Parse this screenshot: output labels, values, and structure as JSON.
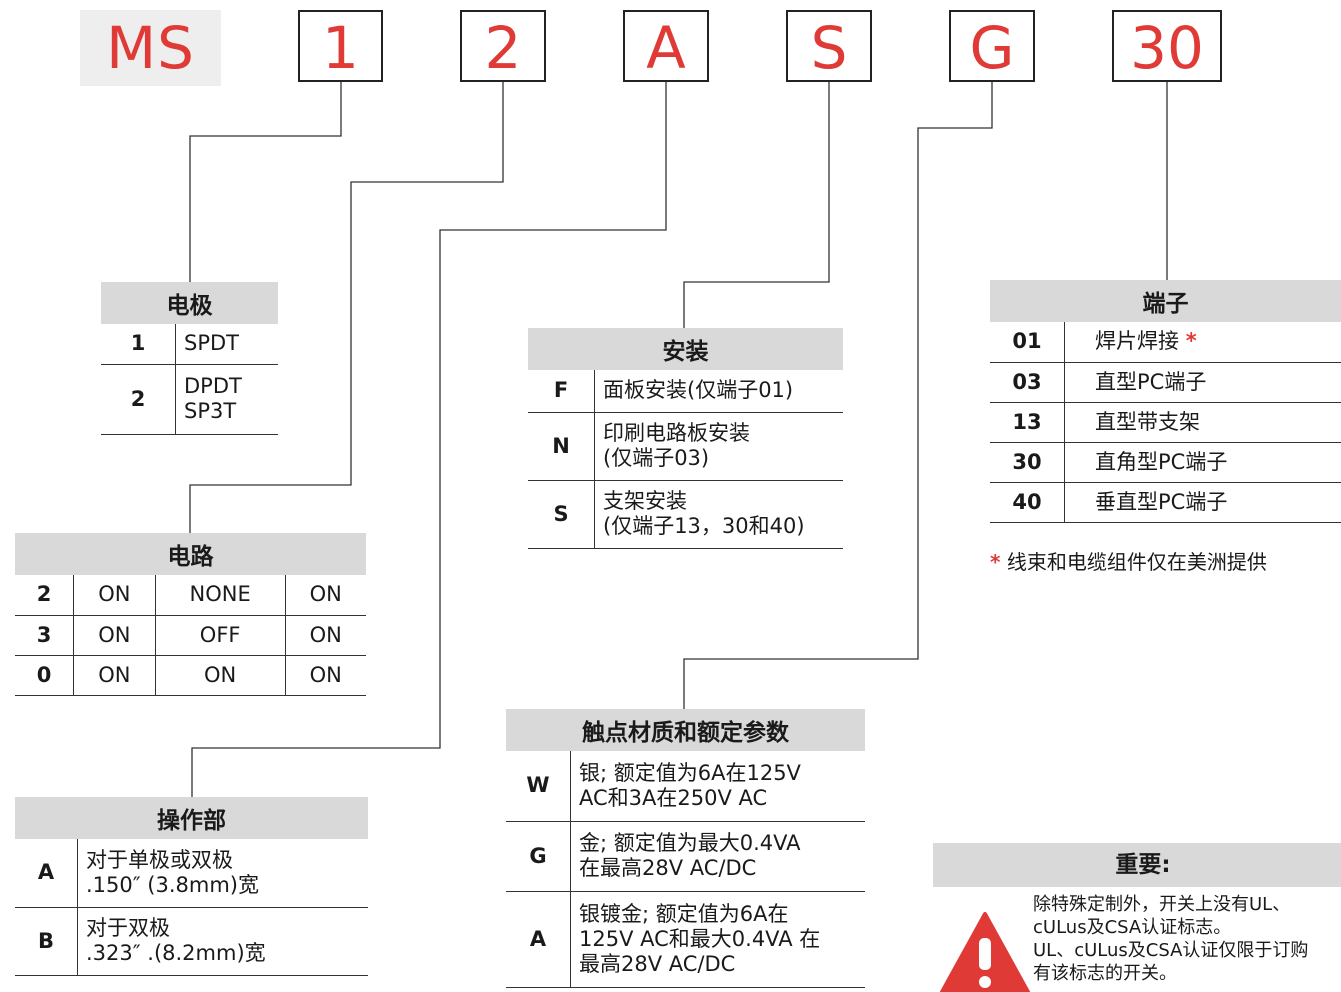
{
  "code": {
    "prefix": "MS",
    "boxes": [
      "1",
      "2",
      "A",
      "S",
      "G",
      "30"
    ]
  },
  "poles": {
    "title": "电极",
    "rows": [
      {
        "key": "1",
        "l1": "SPDT",
        "l2": ""
      },
      {
        "key": "2",
        "l1": "DPDT",
        "l2": "SP3T"
      }
    ]
  },
  "circuit": {
    "title": "电路",
    "rows": [
      {
        "key": "2",
        "c1": "ON",
        "c2": "NONE",
        "c3": "ON"
      },
      {
        "key": "3",
        "c1": "ON",
        "c2": "OFF",
        "c3": "ON"
      },
      {
        "key": "0",
        "c1": "ON",
        "c2": "ON",
        "c3": "ON"
      }
    ]
  },
  "actuator": {
    "title": "操作部",
    "rows": [
      {
        "key": "A",
        "l1": "对于单极或双极",
        "l2": ".150″ (3.8mm)宽"
      },
      {
        "key": "B",
        "l1": "对于双极",
        "l2": ".323″ .(8.2mm)宽"
      }
    ]
  },
  "mounting": {
    "title": "安装",
    "rows": [
      {
        "key": "F",
        "l1": "面板安装(仅端子01)",
        "l2": ""
      },
      {
        "key": "N",
        "l1": "印刷电路板安装",
        "l2": "(仅端子03)"
      },
      {
        "key": "S",
        "l1": "支架安装",
        "l2": "(仅端子13，30和40)"
      }
    ]
  },
  "contacts": {
    "title": "触点材质和额定参数",
    "rows": [
      {
        "key": "W",
        "l1": "银; 额定值为6A在125V",
        "l2": "AC和3A在250V AC",
        "l3": ""
      },
      {
        "key": "G",
        "l1": "金; 额定值为最大0.4VA",
        "l2": "在最高28V AC/DC",
        "l3": ""
      },
      {
        "key": "A",
        "l1": "银镀金; 额定值为6A在",
        "l2": "125V AC和最大0.4VA 在",
        "l3": "最高28V AC/DC"
      }
    ]
  },
  "terminals": {
    "title": "端子",
    "rows": [
      {
        "key": "01",
        "label": "焊片焊接",
        "mark": "*"
      },
      {
        "key": "03",
        "label": "直型PC端子",
        "mark": ""
      },
      {
        "key": "13",
        "label": "直型带支架",
        "mark": ""
      },
      {
        "key": "30",
        "label": "直角型PC端子",
        "mark": ""
      },
      {
        "key": "40",
        "label": "垂直型PC端子",
        "mark": ""
      }
    ],
    "note_mark": "*",
    "note": "线束和电缆组件仅在美洲提供"
  },
  "important": {
    "title": "重要:",
    "l1": "除特殊定制外，开关上没有UL、",
    "l2": "cULus及CSA认证标志。",
    "l3": "UL、cULus及CSA认证仅限于订购",
    "l4": "有该标志的开关。"
  },
  "colors": {
    "accent": "#e03a36",
    "header": "#d9d9d9"
  },
  "icons": {
    "warning": "warning-triangle-icon"
  }
}
